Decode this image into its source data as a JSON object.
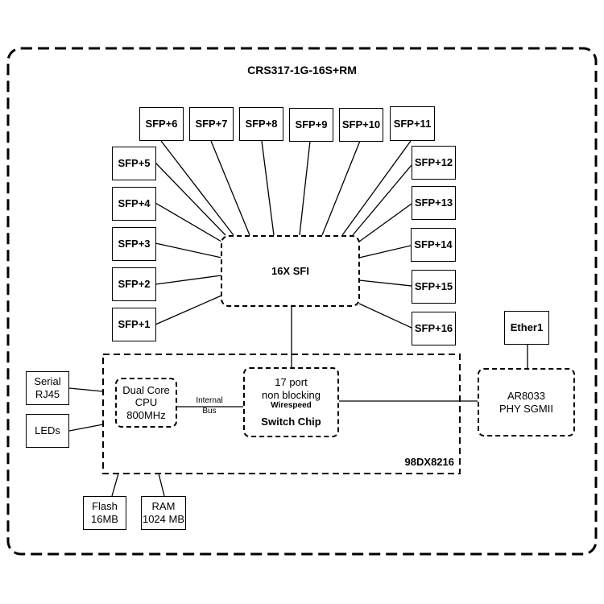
{
  "title": "CRS317-1G-16S+RM",
  "sfp_ports_top": [
    "SFP+6",
    "SFP+7",
    "SFP+8",
    "SFP+9",
    "SFP+10",
    "SFP+11"
  ],
  "sfp_ports_left": [
    "SFP+5",
    "SFP+4",
    "SFP+3",
    "SFP+2",
    "SFP+1"
  ],
  "sfp_ports_right": [
    "SFP+12",
    "SFP+13",
    "SFP+14",
    "SFP+15",
    "SFP+16"
  ],
  "sfi_block": "16X SFI",
  "cpu": {
    "line1": "Dual Core",
    "line2": "CPU",
    "line3": "800MHz"
  },
  "internal_bus": {
    "line1": "Internal",
    "line2": "Bus"
  },
  "switch_chip": {
    "line1": "17 port",
    "line2": "non blocking",
    "line3": "Wirespeed",
    "name": "Switch Chip"
  },
  "soc_name": "98DX8216",
  "phy": {
    "line1": "AR8033",
    "line2": "PHY SGMII"
  },
  "ether": "Ether1",
  "serial": {
    "line1": "Serial",
    "line2": "RJ45"
  },
  "leds": "LEDs",
  "flash": {
    "line1": "Flash",
    "line2": "16MB"
  },
  "ram": {
    "line1": "RAM",
    "line2": "1024 MB"
  }
}
